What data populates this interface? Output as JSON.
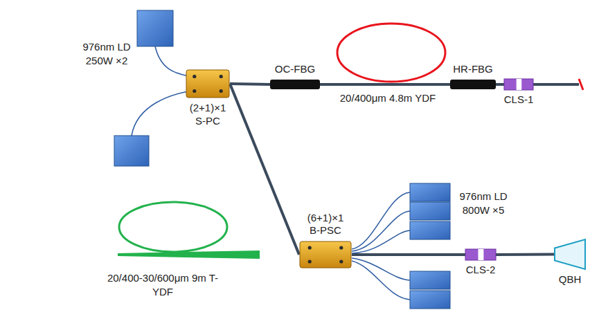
{
  "diagram": {
    "nodes": [
      {
        "text": [
          "(2+1)×1 S-PC"
        ]
      },
      {
        "text": [
          "OC-FBG"
        ]
      },
      {
        "text": [
          "HR-FBG"
        ]
      },
      {
        "text": [
          "CLS-1"
        ]
      },
      {
        "text": [
          "(6+1)×1 B-PSC"
        ]
      },
      {
        "text": [
          "CLS-2"
        ]
      },
      {
        "text": [
          "QBH"
        ]
      }
    ],
    "edges": [
      {
        "from": 0,
        "to": 1,
        "arrow": "none"
      },
      {
        "from": 1,
        "to": 2,
        "arrow": "none"
      },
      {
        "from": 2,
        "to": 3,
        "arrow": "none"
      },
      {
        "from": 0,
        "to": 4,
        "arrow": "none"
      },
      {
        "from": 4,
        "to": 5,
        "arrow": "none"
      },
      {
        "from": 5,
        "to": 6,
        "arrow": "none"
      }
    ],
    "labels": [
      "976nm LD 250W ×2",
      "20/400μm 4.8m YDF",
      "20/400-30/600μm 9m T-YDF",
      "976nm LD 800W ×5"
    ]
  }
}
